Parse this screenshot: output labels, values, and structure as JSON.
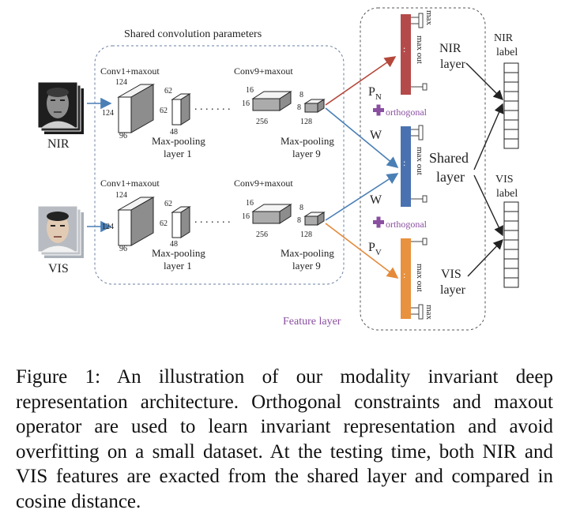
{
  "figure": {
    "shared_conv_title": "Shared convolution parameters",
    "feature_layer_label": "Feature layer",
    "nir_input_label": "NIR",
    "vis_input_label": "VIS",
    "top_branch": {
      "conv1_label": "Conv1+maxout",
      "conv9_label": "Conv9+maxout",
      "conv1_dims": [
        "124",
        "124",
        "96"
      ],
      "pool1_dims": [
        "62",
        "62",
        "48"
      ],
      "conv9_dims": [
        "16",
        "16",
        "256"
      ],
      "pool9_dims": [
        "8",
        "8",
        "128"
      ],
      "pool1_label": [
        "Max-pooling",
        "layer 1"
      ],
      "pool9_label": [
        "Max-pooling",
        "layer 9"
      ],
      "dots": ". . . . . . ."
    },
    "bottom_branch": {
      "conv1_label": "Conv1+maxout",
      "conv9_label": "Conv9+maxout",
      "conv1_dims": [
        "124",
        "124",
        "96"
      ],
      "pool1_dims": [
        "62",
        "62",
        "48"
      ],
      "conv9_dims": [
        "16",
        "16",
        "256"
      ],
      "pool9_dims": [
        "8",
        "8",
        "128"
      ],
      "pool1_label": [
        "Max-pooling",
        "layer 1"
      ],
      "pool9_label": [
        "Max-pooling",
        "layer 9"
      ],
      "dots": ". . . . . . ."
    },
    "pn_label": "P",
    "pn_sub": "N",
    "pv_label": "P",
    "pv_sub": "V",
    "w_label": "W",
    "orthogonal_label": "orthogonal",
    "max_label": "max",
    "maxout_label": "max out",
    "nir_layer_label": [
      "NIR",
      "layer"
    ],
    "shared_layer_label": [
      "Shared",
      "layer"
    ],
    "vis_layer_label": [
      "VIS",
      "layer"
    ],
    "nir_label_title": [
      "NIR",
      "label"
    ],
    "vis_label_title": [
      "VIS",
      "label"
    ],
    "colors": {
      "nir_bar": "#b54a4a",
      "shared_bar": "#4a72b0",
      "vis_bar": "#e8913e",
      "orthogonal": "#8a4fa0",
      "arrow_blue": "#4a7fb5",
      "arrow_red": "#b5473a",
      "arrow_orange": "#e58a3a"
    }
  },
  "caption": "Figure 1: An illustration of our modality invariant deep representation architecture. Orthogonal constraints and maxout operator are used to learn invariant representation and avoid overfitting on a small dataset. At the testing time, both NIR and VIS features are exacted from the shared layer and compared in cosine distance."
}
